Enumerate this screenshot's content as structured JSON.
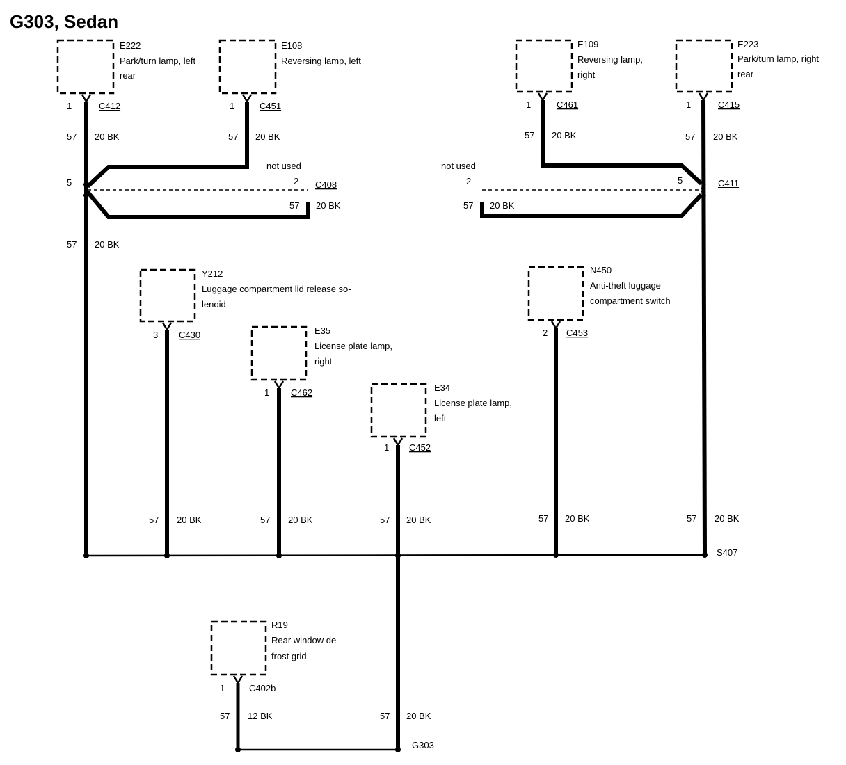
{
  "title": "G303, Sedan",
  "components": {
    "e222": {
      "id": "E222",
      "desc1": "Park/turn lamp, left",
      "desc2": "rear",
      "pin": "1",
      "conn": "C412"
    },
    "e108": {
      "id": "E108",
      "desc1": "Reversing lamp, left",
      "pin": "1",
      "conn": "C451"
    },
    "e109": {
      "id": "E109",
      "desc1": "Reversing lamp,",
      "desc2": "right",
      "pin": "1",
      "conn": "C461"
    },
    "e223": {
      "id": "E223",
      "desc1": "Park/turn lamp, right",
      "desc2": "rear",
      "pin": "1",
      "conn": "C415"
    },
    "y212": {
      "id": "Y212",
      "desc1": "Luggage compartment lid release so-",
      "desc2": "lenoid",
      "pin": "3",
      "conn": "C430"
    },
    "n450": {
      "id": "N450",
      "desc1": "Anti-theft luggage",
      "desc2": "compartment switch",
      "pin": "2",
      "conn": "C453"
    },
    "e35": {
      "id": "E35",
      "desc1": "License plate lamp,",
      "desc2": "right",
      "pin": "1",
      "conn": "C462"
    },
    "e34": {
      "id": "E34",
      "desc1": "License plate lamp,",
      "desc2": "left",
      "pin": "1",
      "conn": "C452"
    },
    "r19": {
      "id": "R19",
      "desc1": "Rear window de-",
      "desc2": "frost grid",
      "pin": "1",
      "conn": "C402b"
    }
  },
  "connectors": {
    "c408": {
      "id": "C408",
      "pin_left": "5",
      "pin_unused": "2",
      "not_used": "not used"
    },
    "c411": {
      "id": "C411",
      "pin_right": "5",
      "pin_unused": "2",
      "not_used": "not used"
    }
  },
  "wires": {
    "circuit": "57",
    "gauge": "20 BK",
    "gauge_r19": "12 BK"
  },
  "splices": {
    "s407": "S407",
    "ground": "G303"
  }
}
